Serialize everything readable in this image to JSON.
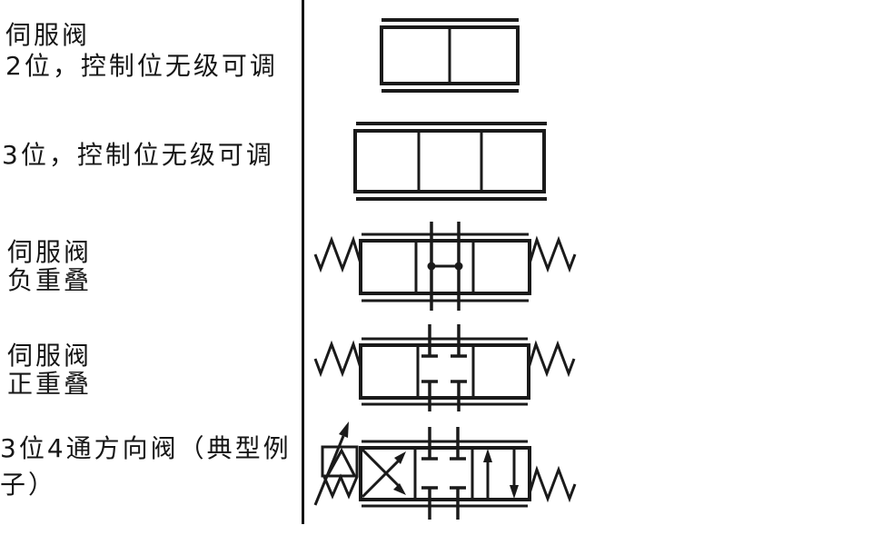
{
  "colors": {
    "ink": "#1a1a1a",
    "background": "#ffffff",
    "divider": "#141414"
  },
  "rows": [
    {
      "lines": [
        "伺服阀",
        "2位，控制位无级可调"
      ],
      "symbol": "valve-2position-infinitely-adjustable"
    },
    {
      "lines": [
        "3位，控制位无级可调"
      ],
      "symbol": "valve-3position-infinitely-adjustable"
    },
    {
      "lines": [
        "伺服阀",
        "负重叠"
      ],
      "symbol": "servo-valve-negative-overlap"
    },
    {
      "lines": [
        "伺服阀",
        "正重叠"
      ],
      "symbol": "servo-valve-positive-overlap"
    },
    {
      "lines": [
        "3位4通方向阀（典型例",
        "子）"
      ],
      "symbol": "directional-valve-3position-4way-typical-example"
    }
  ]
}
